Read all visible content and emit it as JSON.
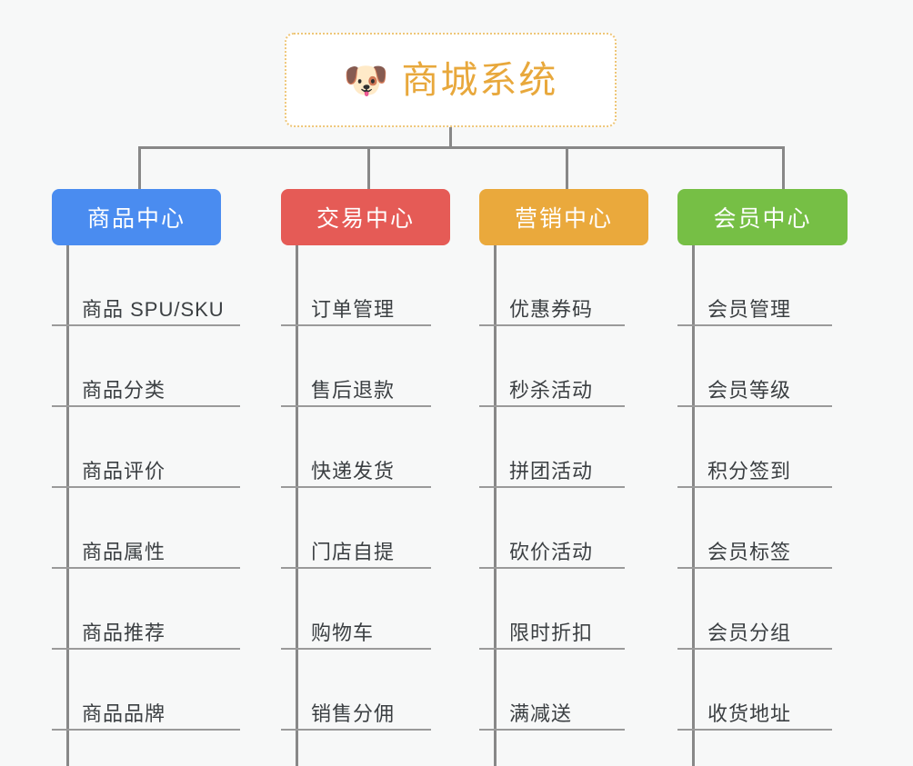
{
  "root": {
    "icon": "shiba-dog-face-icon",
    "emoji": "🐶",
    "title": "商城系统",
    "border_color": "#eec678",
    "title_color": "#e8a83c",
    "background": "#ffffff"
  },
  "canvas": {
    "background": "#f7f8f8",
    "connector_color": "#888888"
  },
  "columns": [
    {
      "label": "商品中心",
      "color": "#4a8cf0",
      "items": [
        "商品 SPU/SKU",
        "商品分类",
        "商品评价",
        "商品属性",
        "商品推荐",
        "商品品牌"
      ]
    },
    {
      "label": "交易中心",
      "color": "#e55b56",
      "items": [
        "订单管理",
        "售后退款",
        "快递发货",
        "门店自提",
        "购物车",
        "销售分佣"
      ]
    },
    {
      "label": "营销中心",
      "color": "#eaa93c",
      "items": [
        "优惠券码",
        "秒杀活动",
        "拼团活动",
        "砍价活动",
        "限时折扣",
        "满减送"
      ]
    },
    {
      "label": "会员中心",
      "color": "#76bf45",
      "items": [
        "会员管理",
        "会员等级",
        "积分签到",
        "会员标签",
        "会员分组",
        "收货地址"
      ]
    }
  ]
}
